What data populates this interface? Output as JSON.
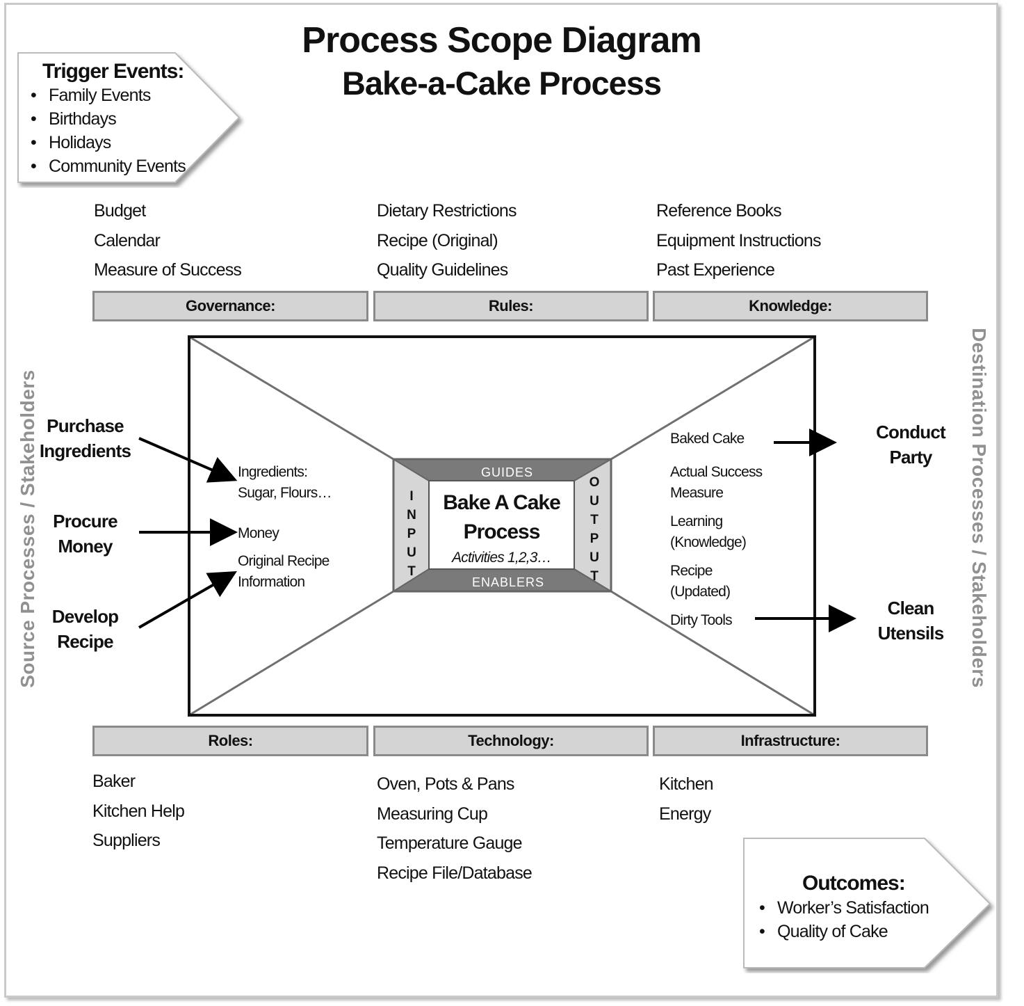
{
  "title": "Process Scope Diagram",
  "subtitle": "Bake-a-Cake Process",
  "trigger": {
    "heading": "Trigger Events:",
    "items": [
      "Family Events",
      "Birthdays",
      "Holidays",
      "Community Events"
    ]
  },
  "outcomes": {
    "heading": "Outcomes:",
    "items": [
      "Worker’s Satisfaction",
      "Quality of Cake"
    ]
  },
  "top": {
    "governance": {
      "label": "Governance:",
      "items": [
        "Budget",
        "Calendar",
        "Measure of Success"
      ]
    },
    "rules": {
      "label": "Rules:",
      "items": [
        "Dietary Restrictions",
        "Recipe (Original)",
        "Quality Guidelines"
      ]
    },
    "knowledge": {
      "label": "Knowledge:",
      "items": [
        "Reference Books",
        "Equipment Instructions",
        "Past Experience"
      ]
    }
  },
  "bottom": {
    "roles": {
      "label": "Roles:",
      "items": [
        "Baker",
        "Kitchen Help",
        "Suppliers"
      ]
    },
    "technology": {
      "label": "Technology:",
      "items": [
        "Oven, Pots & Pans",
        "Measuring Cup",
        "Temperature Gauge",
        "Recipe File/Database"
      ]
    },
    "infrastructure": {
      "label": "Infrastructure:",
      "items": [
        "Kitchen",
        "Energy"
      ]
    }
  },
  "sides": {
    "left": "Source Processes / Stakeholders",
    "right": "Destination Processes / Stakeholders"
  },
  "sources": {
    "purchase": [
      "Purchase",
      "Ingredients"
    ],
    "procure": [
      "Procure",
      "Money"
    ],
    "develop": [
      "Develop",
      "Recipe"
    ]
  },
  "inputs": {
    "ingredients": [
      "Ingredients:",
      "Sugar, Flours…"
    ],
    "money": "Money",
    "recipe": [
      "Original Recipe",
      "Information"
    ]
  },
  "center": {
    "guides": "GUIDES",
    "enablers": "ENABLERS",
    "input_letters": [
      "I",
      "N",
      "P",
      "U",
      "T"
    ],
    "output_letters": [
      "O",
      "U",
      "T",
      "P",
      "U",
      "T"
    ],
    "process": [
      "Bake A Cake",
      "Process"
    ],
    "activities": "Activities 1,2,3…"
  },
  "outputs": {
    "baked": "Baked Cake",
    "success": [
      "Actual Success",
      "Measure"
    ],
    "learning": [
      "Learning",
      "(Knowledge)"
    ],
    "recipe": [
      "Recipe",
      "(Updated)"
    ],
    "dirty": "Dirty Tools"
  },
  "destinations": {
    "party": [
      "Conduct",
      "Party"
    ],
    "clean": [
      "Clean",
      "Utensils"
    ]
  }
}
